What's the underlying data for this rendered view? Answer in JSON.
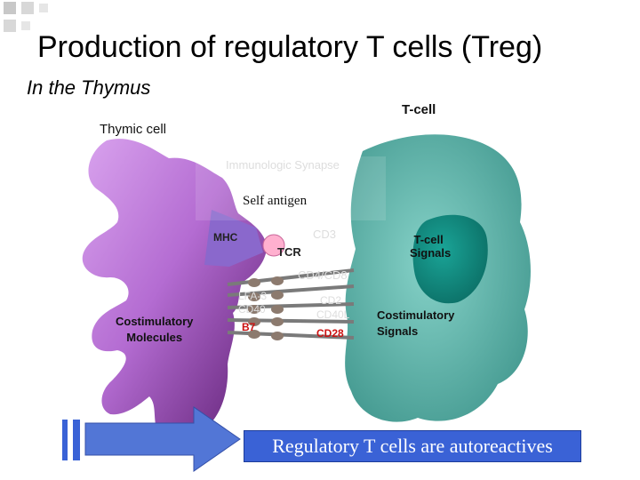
{
  "title": "Production of regulatory T cells (Treg)",
  "subtitle": "In the Thymus",
  "labels": {
    "tcell": "T-cell",
    "thymic_cell": "Thymic cell",
    "synapse": "Immunologic Synapse",
    "self_antigen": "Self antigen",
    "mhc": "MHC",
    "tcr": "TCR",
    "cd3": "CD3",
    "cd4_cd8": "CD4/CD8",
    "tcell_signals_1": "T-cell",
    "tcell_signals_2": "Signals",
    "lfa3": "LFA-3",
    "cd40": "CD40",
    "b7": "B7",
    "cd2": "CD2",
    "cd40l": "CD40L",
    "cd28": "CD28",
    "costim_mol_1": "Costimulatory",
    "costim_mol_2": "Molecules",
    "costim_sig_1": "Costimulatory",
    "costim_sig_2": "Signals"
  },
  "banner": "Regulatory T cells are autoreactives",
  "colors": {
    "thymic_cell_dark": "#7a2a8c",
    "thymic_cell_light": "#c987e0",
    "tcell_body": "#5fb8b0",
    "tcell_nucleus": "#138a80",
    "mhc": "#8a68cc",
    "tcr": "#ffb0cf",
    "arrow": "#5276d6",
    "banner": "#3a62d6",
    "b7_cd28": "#cc1111"
  }
}
